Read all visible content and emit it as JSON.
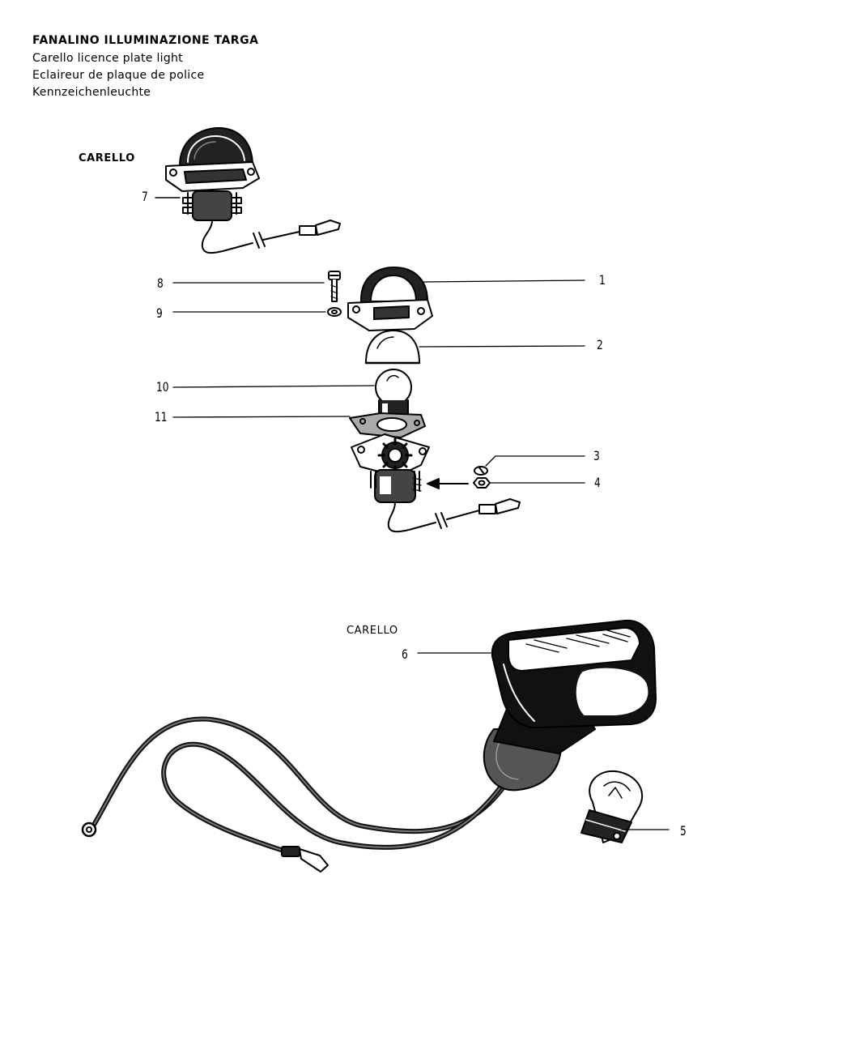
{
  "header": {
    "title": "FANALINO ILLUMINAZIONE TARGA",
    "line_en": "Carello licence plate light",
    "line_fr": "Eclaireur de plaque de police",
    "line_de": "Kennzeichenleuchte"
  },
  "sections": {
    "top_label": "CARELLO",
    "bottom_label": "CARELLO"
  },
  "callouts": {
    "c1": "1",
    "c2": "2",
    "c3": "3",
    "c4": "4",
    "c5": "5",
    "c6": "6",
    "c7": "7",
    "c8": "8",
    "c9": "9",
    "c10": "10",
    "c11": "11"
  }
}
